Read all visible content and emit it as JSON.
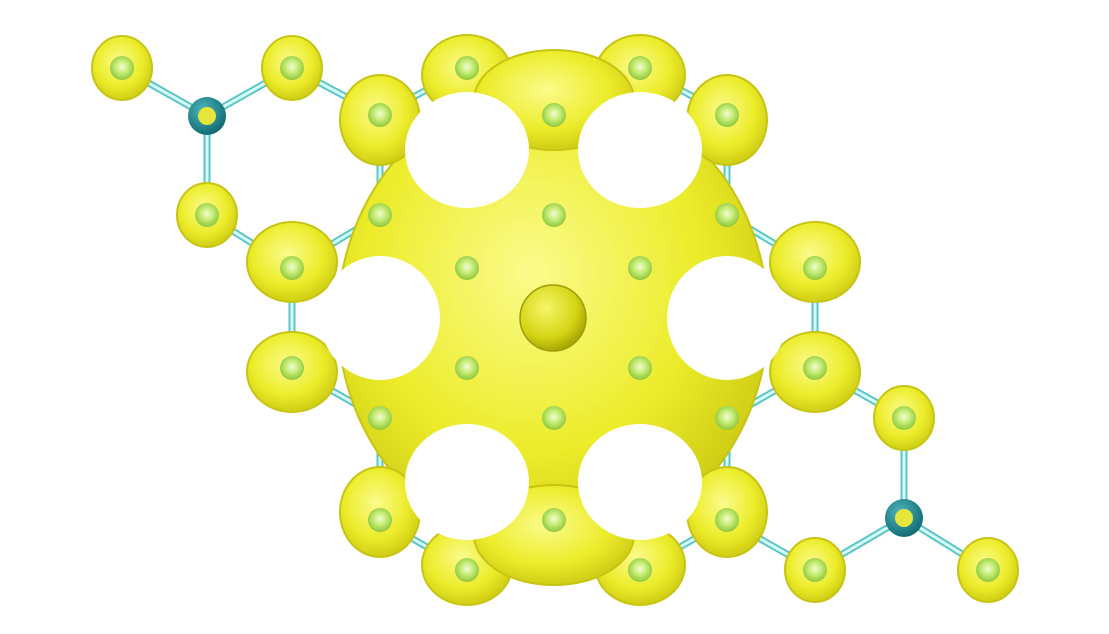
{
  "figure": {
    "type": "isosurface-on-lattice",
    "background_color": "#ffffff",
    "colors": {
      "isosurface_fill": "#ecec2a",
      "isosurface_edge": "#c7c412",
      "isosurface_highlight": "#f8f86a",
      "bond": "#8fe6e6",
      "bond_outline": "#5cc6c6",
      "carbon_atom": "#b9e86a",
      "carbon_atom_core": "#e8f7b6",
      "dopant_atom": "#1c8a94",
      "dopant_atom_core": "#e6e63a",
      "central_sphere": "#dcdc18"
    },
    "atom_counts": {
      "carbon": 36,
      "dopant": 2,
      "central_cluster": 1
    }
  }
}
